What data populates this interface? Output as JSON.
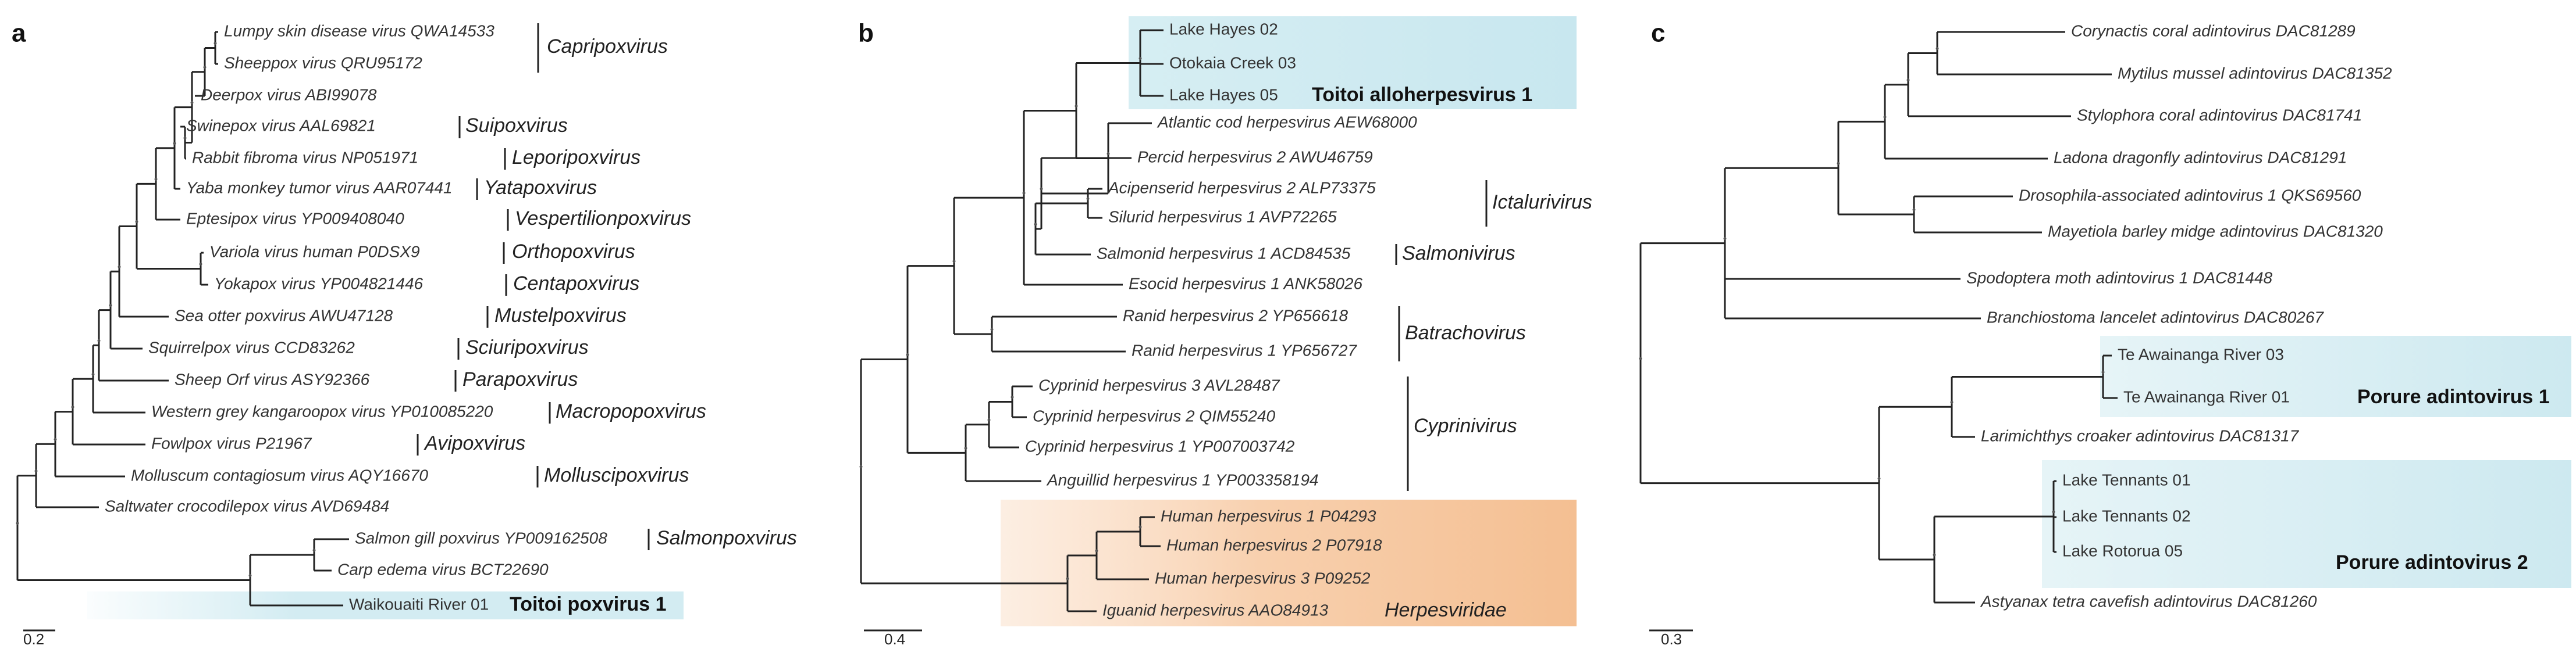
{
  "panels": [
    {
      "letter": "a",
      "scale": "0.2",
      "taxa": [
        "Lumpy skin disease virus QWA14533",
        "Sheeppox virus QRU95172",
        "Deerpox virus ABI99078",
        "Swinepox virus AAL69821",
        "Rabbit fibroma virus NP051971",
        "Yaba monkey tumor virus AAR07441",
        "Eptesipox virus YP009408040",
        "Variola virus human P0DSX9",
        "Yokapox virus YP004821446",
        "Sea otter poxvirus AWU47128",
        "Squirrelpox virus CCD83262",
        "Sheep Orf virus ASY92366",
        "Western grey kangaroopox virus YP010085220",
        "Fowlpox virus P21967",
        "Molluscum contagiosum virus AQY16670",
        "Saltwater crocodilepox virus AVD69484",
        "Salmon gill poxvirus YP009162508",
        "Carp edema virus BCT22690",
        "Waikouaiti River 01"
      ],
      "genera": [
        "Capripoxvirus",
        "Suipoxvirus",
        "Leporipoxvirus",
        "Yatapoxvirus",
        "Vespertilionpoxvirus",
        "Orthopoxvirus",
        "Centapoxvirus",
        "Mustelpoxvirus",
        "Sciuripoxvirus",
        "Parapoxvirus",
        "Macropopoxvirus",
        "Avipoxvirus",
        "Molluscipoxvirus",
        "Salmonpoxvirus",
        "Toitoi poxvirus 1"
      ]
    },
    {
      "letter": "b",
      "scale": "0.4",
      "taxa": [
        "Lake Hayes 02",
        "Otokaia Creek 03",
        "Lake Hayes 05",
        "Atlantic cod herpesvirus AEW68000",
        "Percid herpesvirus 2 AWU46759",
        "Acipenserid herpesvirus 2 ALP73375",
        "Silurid herpesvirus 1 AVP72265",
        "Salmonid herpesvirus 1 ACD84535",
        "Esocid herpesvirus 1 ANK58026",
        "Ranid herpesvirus 2 YP656618",
        "Ranid herpesvirus 1 YP656727",
        "Cyprinid herpesvirus 3 AVL28487",
        "Cyprinid herpesvirus 2 QIM55240",
        "Cyprinid herpesvirus 1 YP007003742",
        "Anguillid herpesvirus 1 YP003358194",
        "Human herpesvirus 1 P04293",
        "Human herpesvirus 2 P07918",
        "Human herpesvirus 3 P09252",
        "Iguanid herpesvirus AAO84913"
      ],
      "genera": [
        "Toitoi alloherpesvirus 1",
        "Ictalurivirus",
        "Salmonivirus",
        "Batrachovirus",
        "Cyprinivirus",
        "Herpesviridae"
      ]
    },
    {
      "letter": "c",
      "scale": "0.3",
      "taxa": [
        "Corynactis coral adintovirus DAC81289",
        "Mytilus mussel adintovirus DAC81352",
        "Stylophora coral adintovirus DAC81741",
        "Ladona dragonfly adintovirus DAC81291",
        "Drosophila-associated adintovirus 1 QKS69560",
        "Mayetiola barley midge adintovirus DAC81320",
        "Spodoptera moth adintovirus 1 DAC81448",
        "Branchiostoma lancelet adintovirus DAC80267",
        "Te Awainanga River 03",
        "Te Awainanga River 01",
        "Larimichthys croaker adintovirus DAC81317",
        "Lake Tennants 01",
        "Lake Tennants 02",
        "Lake Rotorua 05",
        "Astyanax tetra cavefish adintovirus DAC81260"
      ],
      "genera": [
        "Porure adintovirus 1",
        "Porure adintovirus 2"
      ]
    }
  ],
  "colors": {
    "highlight_blue": "#d3ecf2",
    "highlight_orange": "#f6c8a3",
    "branch": "#222222",
    "text": "#333333"
  }
}
